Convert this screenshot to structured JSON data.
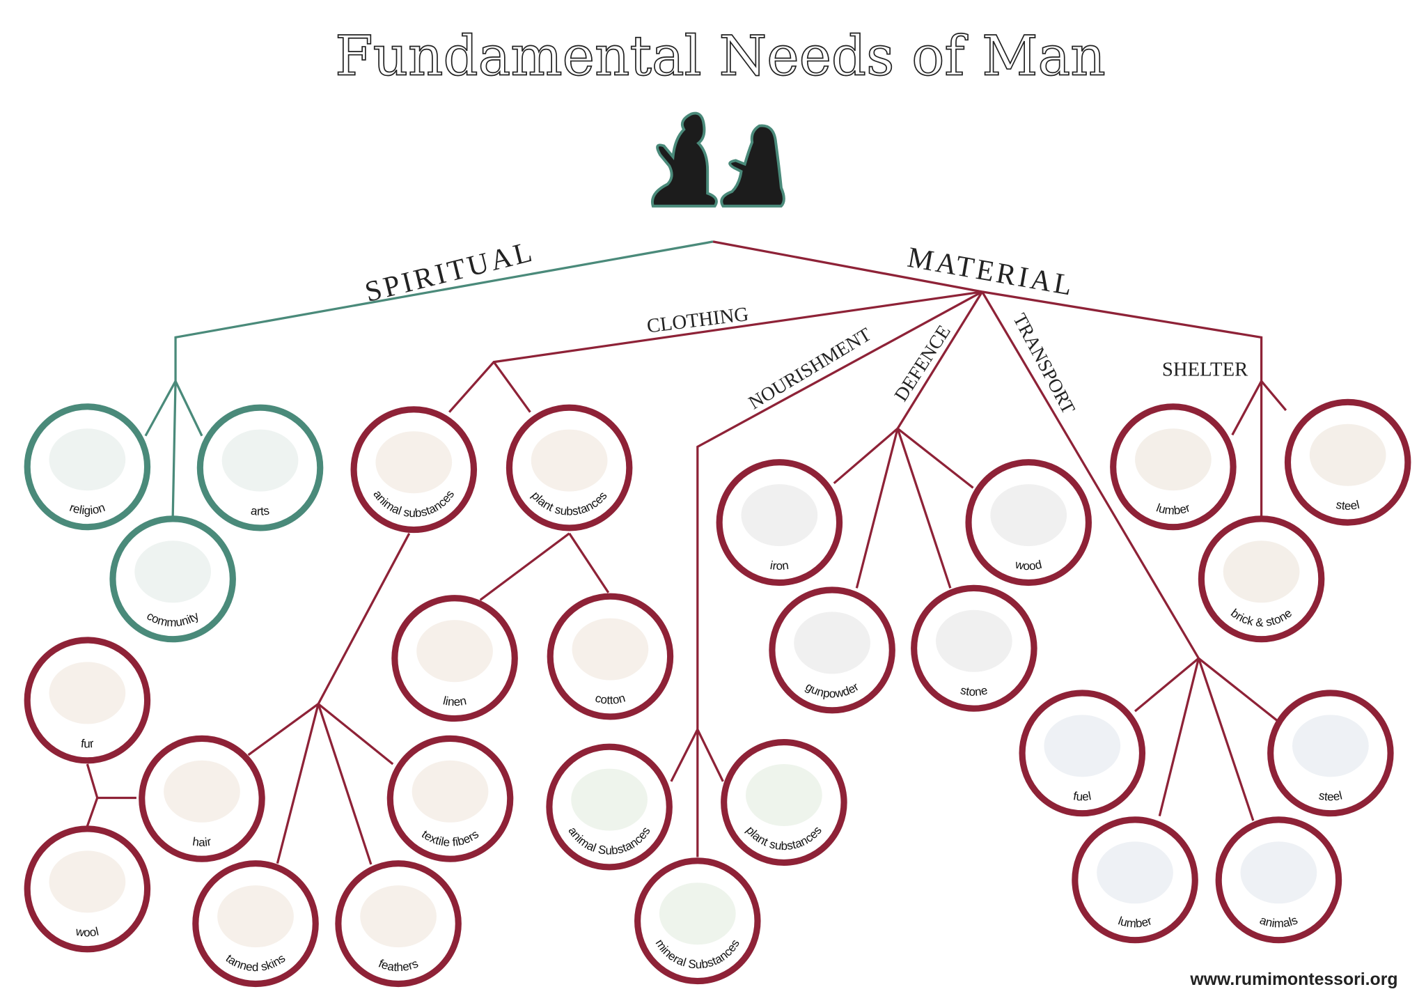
{
  "title": "Fundamental Needs of Man",
  "website": "www.rumimontessori.org",
  "colors": {
    "spiritual": "#4a8a7a",
    "material": "#8e2237",
    "text": "#222222"
  },
  "branches": {
    "spiritual": "SPIRITUAL",
    "material": "MATERIAL",
    "clothing": "CLOTHING",
    "nourishment": "NOURISHMENT",
    "defence": "DEFENCE",
    "transport": "TRANSPORT",
    "shelter": "SHELTER"
  },
  "nodes": [
    {
      "label": "religion",
      "group": "spiritual",
      "icon": "quran-on-stand"
    },
    {
      "label": "arts",
      "group": "spiritual",
      "icon": "islamic-pattern"
    },
    {
      "label": "community",
      "group": "spiritual",
      "icon": "hands-circle"
    },
    {
      "label": "animal substances",
      "group": "clothing",
      "icon": "lamb"
    },
    {
      "label": "plant substances",
      "group": "clothing",
      "icon": "flax-flower"
    },
    {
      "label": "linen",
      "group": "clothing",
      "icon": "flax-bundle"
    },
    {
      "label": "cotton",
      "group": "clothing",
      "icon": "cotton-boll"
    },
    {
      "label": "fur",
      "group": "clothing",
      "icon": "animal-pelt"
    },
    {
      "label": "hair",
      "group": "clothing",
      "icon": "horse-tail"
    },
    {
      "label": "wool",
      "group": "clothing",
      "icon": "yarn-skeins"
    },
    {
      "label": "tanned skins",
      "group": "clothing",
      "icon": "leather-boots"
    },
    {
      "label": "feathers",
      "group": "clothing",
      "icon": "feather"
    },
    {
      "label": "textile fibers",
      "group": "clothing",
      "icon": "plaid-fabric"
    },
    {
      "label": "animal Substances",
      "group": "nourishment",
      "icon": "goat"
    },
    {
      "label": "plant substances",
      "group": "nourishment",
      "icon": "strawberry-plant"
    },
    {
      "label": "mineral Substances",
      "group": "nourishment",
      "icon": "water-splash"
    },
    {
      "label": "iron",
      "group": "defence",
      "icon": "knight-armor"
    },
    {
      "label": "wood",
      "group": "defence",
      "icon": "bow-and-arrow"
    },
    {
      "label": "gunpowder",
      "group": "defence",
      "icon": "cannon"
    },
    {
      "label": "stone",
      "group": "defence",
      "icon": "castle"
    },
    {
      "label": "fuel",
      "group": "transport",
      "icon": "fuel-pump"
    },
    {
      "label": "steel",
      "group": "transport",
      "icon": "car"
    },
    {
      "label": "lumber",
      "group": "transport",
      "icon": "canoe"
    },
    {
      "label": "animals",
      "group": "transport",
      "icon": "horse-rider"
    },
    {
      "label": "lumber",
      "group": "shelter",
      "icon": "log-house"
    },
    {
      "label": "steel",
      "group": "shelter",
      "icon": "steel-beam"
    },
    {
      "label": "brick & stone",
      "group": "shelter",
      "icon": "brick-house"
    }
  ]
}
